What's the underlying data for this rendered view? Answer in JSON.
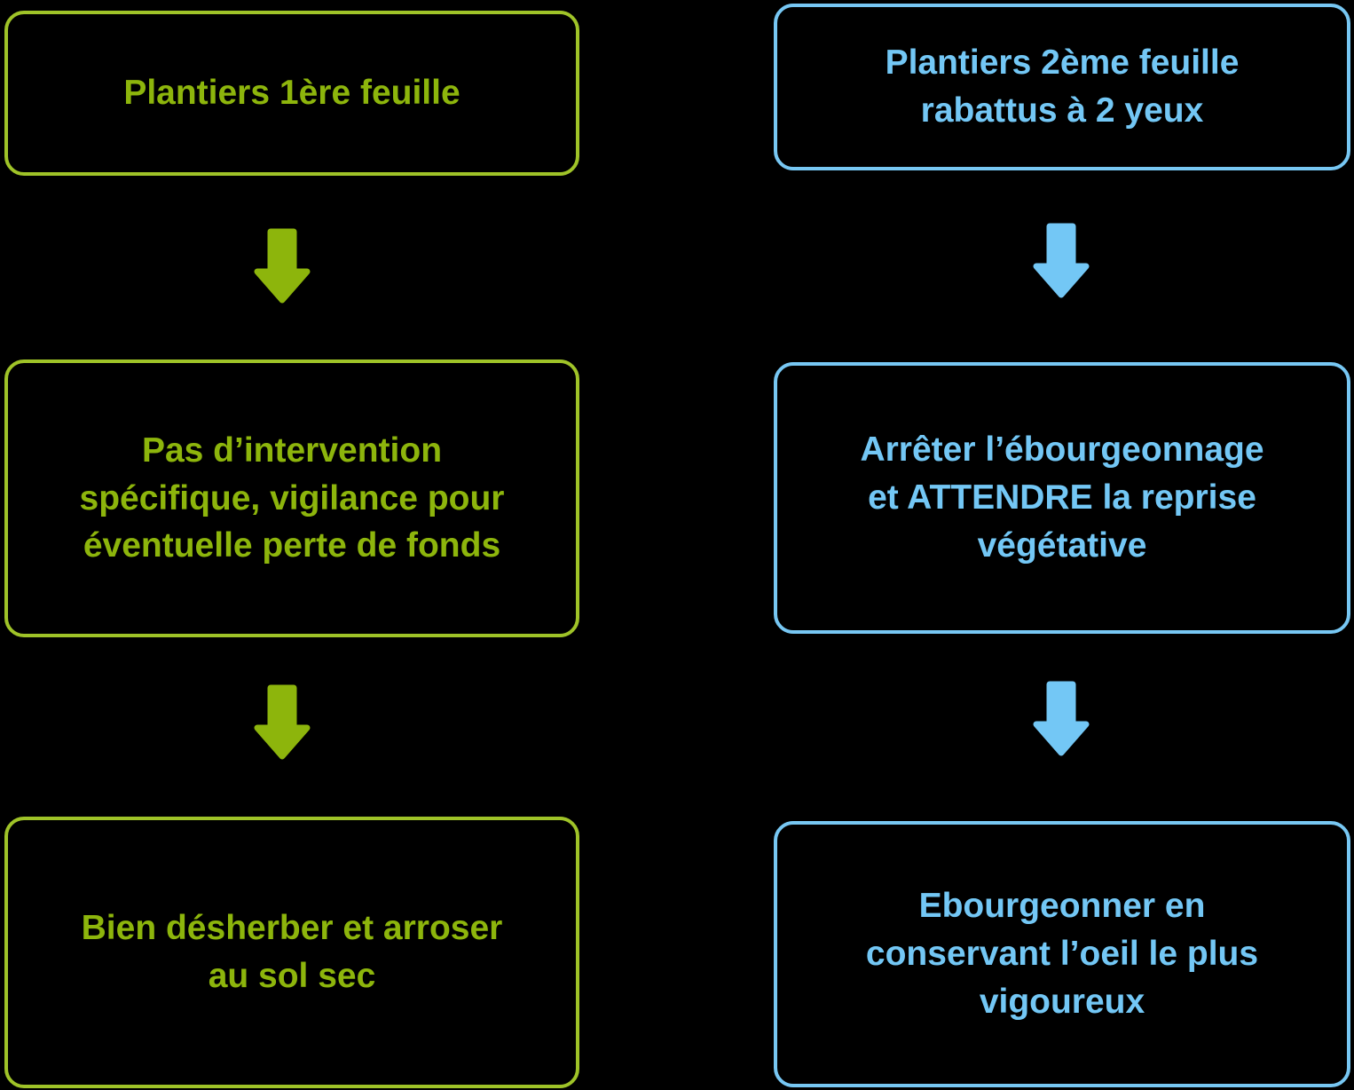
{
  "page": {
    "background": "#000000"
  },
  "flowchart": {
    "arrow_icon": "down-arrow",
    "left_column": {
      "theme": {
        "text_color": "#8DB50C",
        "border_color": "#9FC328"
      },
      "boxes": [
        {
          "lines": [
            "Plantiers 1ère feuille"
          ]
        },
        {
          "lines": [
            "Pas d’intervention",
            "spécifique, vigilance pour",
            "éventuelle perte de fonds"
          ]
        },
        {
          "lines": [
            "Bien désherber et arroser",
            "au sol sec"
          ]
        }
      ]
    },
    "right_column": {
      "theme": {
        "text_color": "#73C7F5",
        "border_color": "#77C7F3"
      },
      "boxes": [
        {
          "lines": [
            "Plantiers 2ème feuille",
            "rabattus à 2 yeux"
          ]
        },
        {
          "lines": [
            "Arrêter l’ébourgeonnage",
            "et ATTENDRE la reprise",
            "végétative"
          ]
        },
        {
          "lines": [
            "Ebourgeonner en",
            "conservant l’oeil le plus",
            "vigoureux"
          ]
        }
      ]
    }
  }
}
